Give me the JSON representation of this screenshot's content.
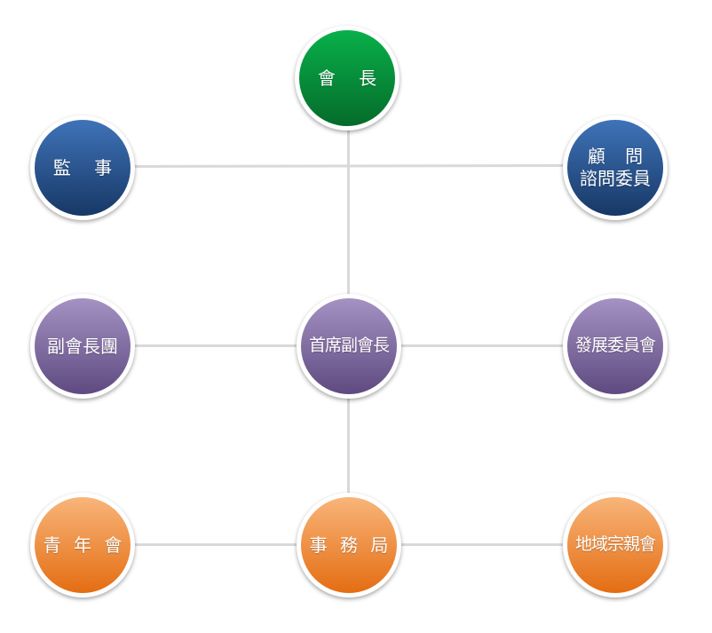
{
  "colors": {
    "connector": "#d9d9d9",
    "green": [
      "#08b04a",
      "#056b2a"
    ],
    "blue": [
      "#3f73b8",
      "#173866"
    ],
    "purple": [
      "#a592c3",
      "#5e4a80"
    ],
    "orange": [
      "#f8b57a",
      "#e46d12"
    ]
  },
  "nodes": {
    "president": {
      "label": "會 長",
      "color": "green"
    },
    "supervisor": {
      "label": "監 事",
      "color": "blue"
    },
    "advisors": {
      "line1": "顧 問",
      "line2": "諮問委員",
      "color": "blue"
    },
    "vice_presidents_group": {
      "label": "副會長團",
      "color": "purple"
    },
    "first_vice_president": {
      "label": "首席副會長",
      "color": "purple"
    },
    "development_committee": {
      "label": "發展委員會",
      "color": "purple"
    },
    "youth_association": {
      "label": "青 年 會",
      "color": "orange"
    },
    "secretariat": {
      "label": "事 務 局",
      "color": "orange"
    },
    "regional_clan_association": {
      "label": "地域宗親會",
      "color": "orange"
    }
  }
}
